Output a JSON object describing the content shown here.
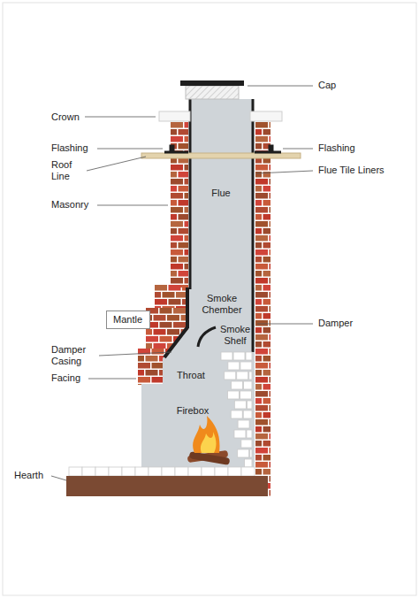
{
  "diagram": {
    "nodes": [
      {
        "text": [
          "Mantle"
        ]
      }
    ],
    "labels": [
      "Cap",
      "Crown",
      "Flashing",
      "Roof Line",
      "Flashing",
      "Flue Tile Liners",
      "Masonry",
      "Flue",
      "Smoke Chember",
      "Damper",
      "Smoke Shelf",
      "Damper Casing",
      "Facing",
      "Throat",
      "Firebox",
      "Hearth"
    ]
  }
}
